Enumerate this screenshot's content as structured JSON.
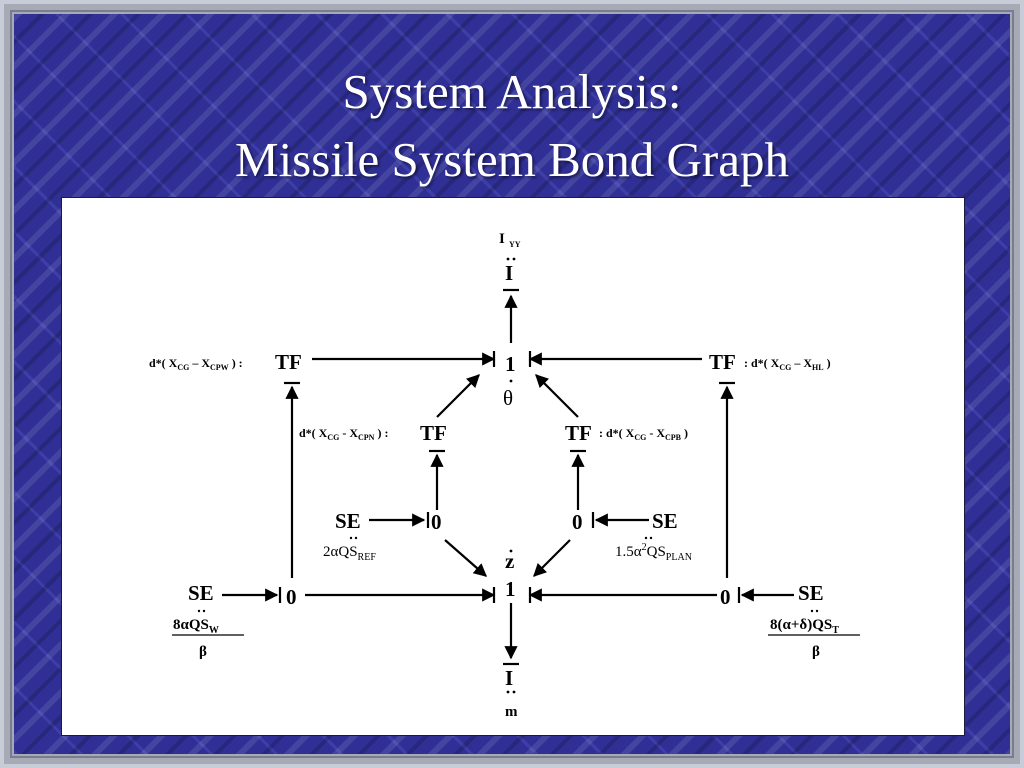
{
  "slide": {
    "title_line1": "System Analysis:",
    "title_line2": "Missile System Bond Graph"
  },
  "diagram": {
    "top_inertia": {
      "symbol": "I",
      "subscript": "YY"
    },
    "bottom_inertia": {
      "symbol": "I",
      "mass": "m"
    },
    "center_top_junction": {
      "label": "1",
      "variable": "θ"
    },
    "center_bottom_junction": {
      "label": "1",
      "variable": "z"
    },
    "transformer_label": "TF",
    "source_label": "SE",
    "zero_junction_label": "0",
    "tf_left_outer_expr": {
      "prefix": "d*( X",
      "s1": "CG",
      "mid": " – X",
      "s2": "CPW",
      "suffix": " ) :"
    },
    "tf_right_outer_expr": {
      "prefix": ": d*( X",
      "s1": "CG",
      "mid": " – X",
      "s2": "HL",
      "suffix": " )"
    },
    "tf_left_inner_expr": {
      "prefix": "d*( X",
      "s1": "CG",
      "mid": " - X",
      "s2": "CPN",
      "suffix": " ) :"
    },
    "tf_right_inner_expr": {
      "prefix": ": d*( X",
      "s1": "CG",
      "mid": " - X",
      "s2": "CPB",
      "suffix": " )"
    },
    "se_inner_left_expr": {
      "coef": "2αQS",
      "sub": "REF"
    },
    "se_inner_right_expr": {
      "coef": "1.5α",
      "sup": "2",
      "rest": "QS",
      "sub": "PLAN"
    },
    "se_outer_left_expr": {
      "numerator": "8αQS",
      "sub": "W",
      "denominator": "β"
    },
    "se_outer_right_expr": {
      "numerator": "8(α+δ)QS",
      "sub": "T",
      "denominator": "β"
    }
  }
}
